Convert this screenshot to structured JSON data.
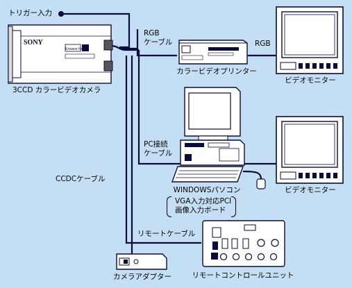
{
  "labels": {
    "trigger_input": "トリガー入力",
    "rgb_cable_line1": "RGB",
    "rgb_cable_line2": "ケーブル",
    "rgb": "RGB",
    "camera": "3CCD カラービデオカメラ",
    "printer": "カラービデオプリンター",
    "monitor_top": "ビデオモニター",
    "pc_cable_line1": "PC接続",
    "pc_cable_line2": "ケーブル",
    "ccdc_cable": "CCDCケーブル",
    "pc": "WINDOWSパソコン",
    "board_line1": "VGA入力対応PCI",
    "board_line2": "画像入力ボード",
    "monitor_bottom": "ビデオモニター",
    "remote_cable": "リモートケーブル",
    "adapter": "カメラアダプター",
    "remote_unit": "リモートコントロールユニット"
  },
  "camera_markings": {
    "brand": "SONY",
    "model": "Exwave HAD"
  },
  "colors": {
    "background": "#c4dff4",
    "device_fill": "#ffffff",
    "line": "#0a0a3c",
    "screen": "#ffffff"
  }
}
